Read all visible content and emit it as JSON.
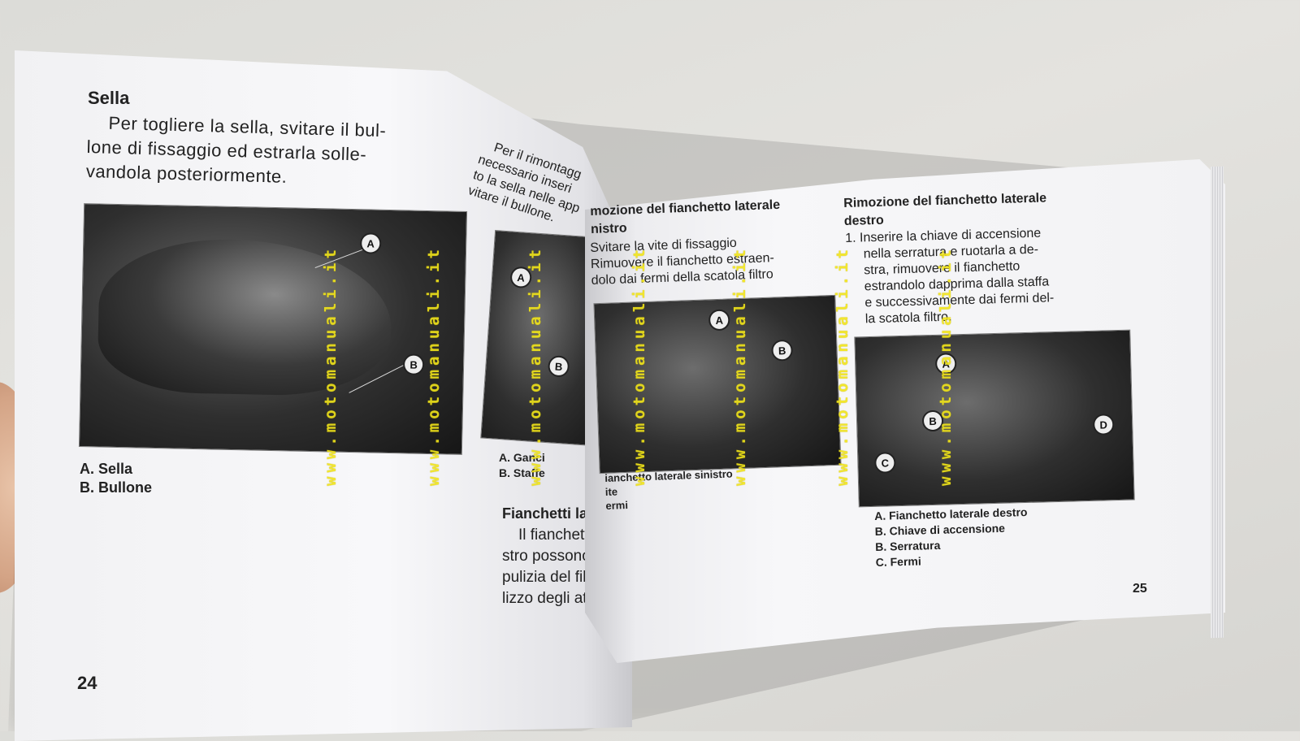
{
  "left_page": {
    "heading": "Sella",
    "intro_lines": [
      "Per togliere la sella, svitare il bul-",
      "lone di fissaggio ed estrarla solle-",
      "vandola posteriormente."
    ],
    "col2_lines": [
      "Per il rimontagg",
      "necessario inseri",
      "to la sella nelle app",
      "vitare il bullone."
    ],
    "photo1_markers": [
      "A",
      "B"
    ],
    "photo1_captions": [
      "A. Sella",
      "B. Bullone"
    ],
    "photo2_markers": [
      "A",
      "B"
    ],
    "photo2_captions": [
      "A. Ganci",
      "B. Staffe"
    ],
    "section_heading": "Fianchetti laterali",
    "section_lines": [
      "Il fianchetto laterale",
      "stro possono essere",
      "pulizia del filtro dell'a",
      "lizzo degli attrezzi d"
    ],
    "page_number": "24"
  },
  "right_page": {
    "left_heading_lines": [
      "mozione del fianchetto laterale",
      "nistro"
    ],
    "left_steps": [
      "Svitare la vite di fissaggio",
      "Rimuovere il fianchetto estraen-",
      "dolo dai fermi della scatola filtro"
    ],
    "photo3_markers": [
      "A",
      "B"
    ],
    "photo3_captions": [
      "ianchetto laterale sinistro",
      "ite",
      "ermi"
    ],
    "right_heading_lines": [
      "Rimozione del fianchetto laterale",
      "destro"
    ],
    "right_steps": [
      "1. Inserire la chiave di accensione",
      "nella serratura e ruotarla a de-",
      "stra, rimuovere il fianchetto",
      "estrandolo dapprima dalla staffa",
      "e successivamente dai fermi del-",
      "la scatola filtro."
    ],
    "photo4_markers": [
      "A",
      "B",
      "C",
      "D"
    ],
    "photo4_captions": [
      "A. Fianchetto laterale destro",
      "B. Chiave di accensione",
      "B. Serratura",
      "C. Fermi"
    ],
    "page_number": "25"
  },
  "watermark": "www.motomanuali.it"
}
